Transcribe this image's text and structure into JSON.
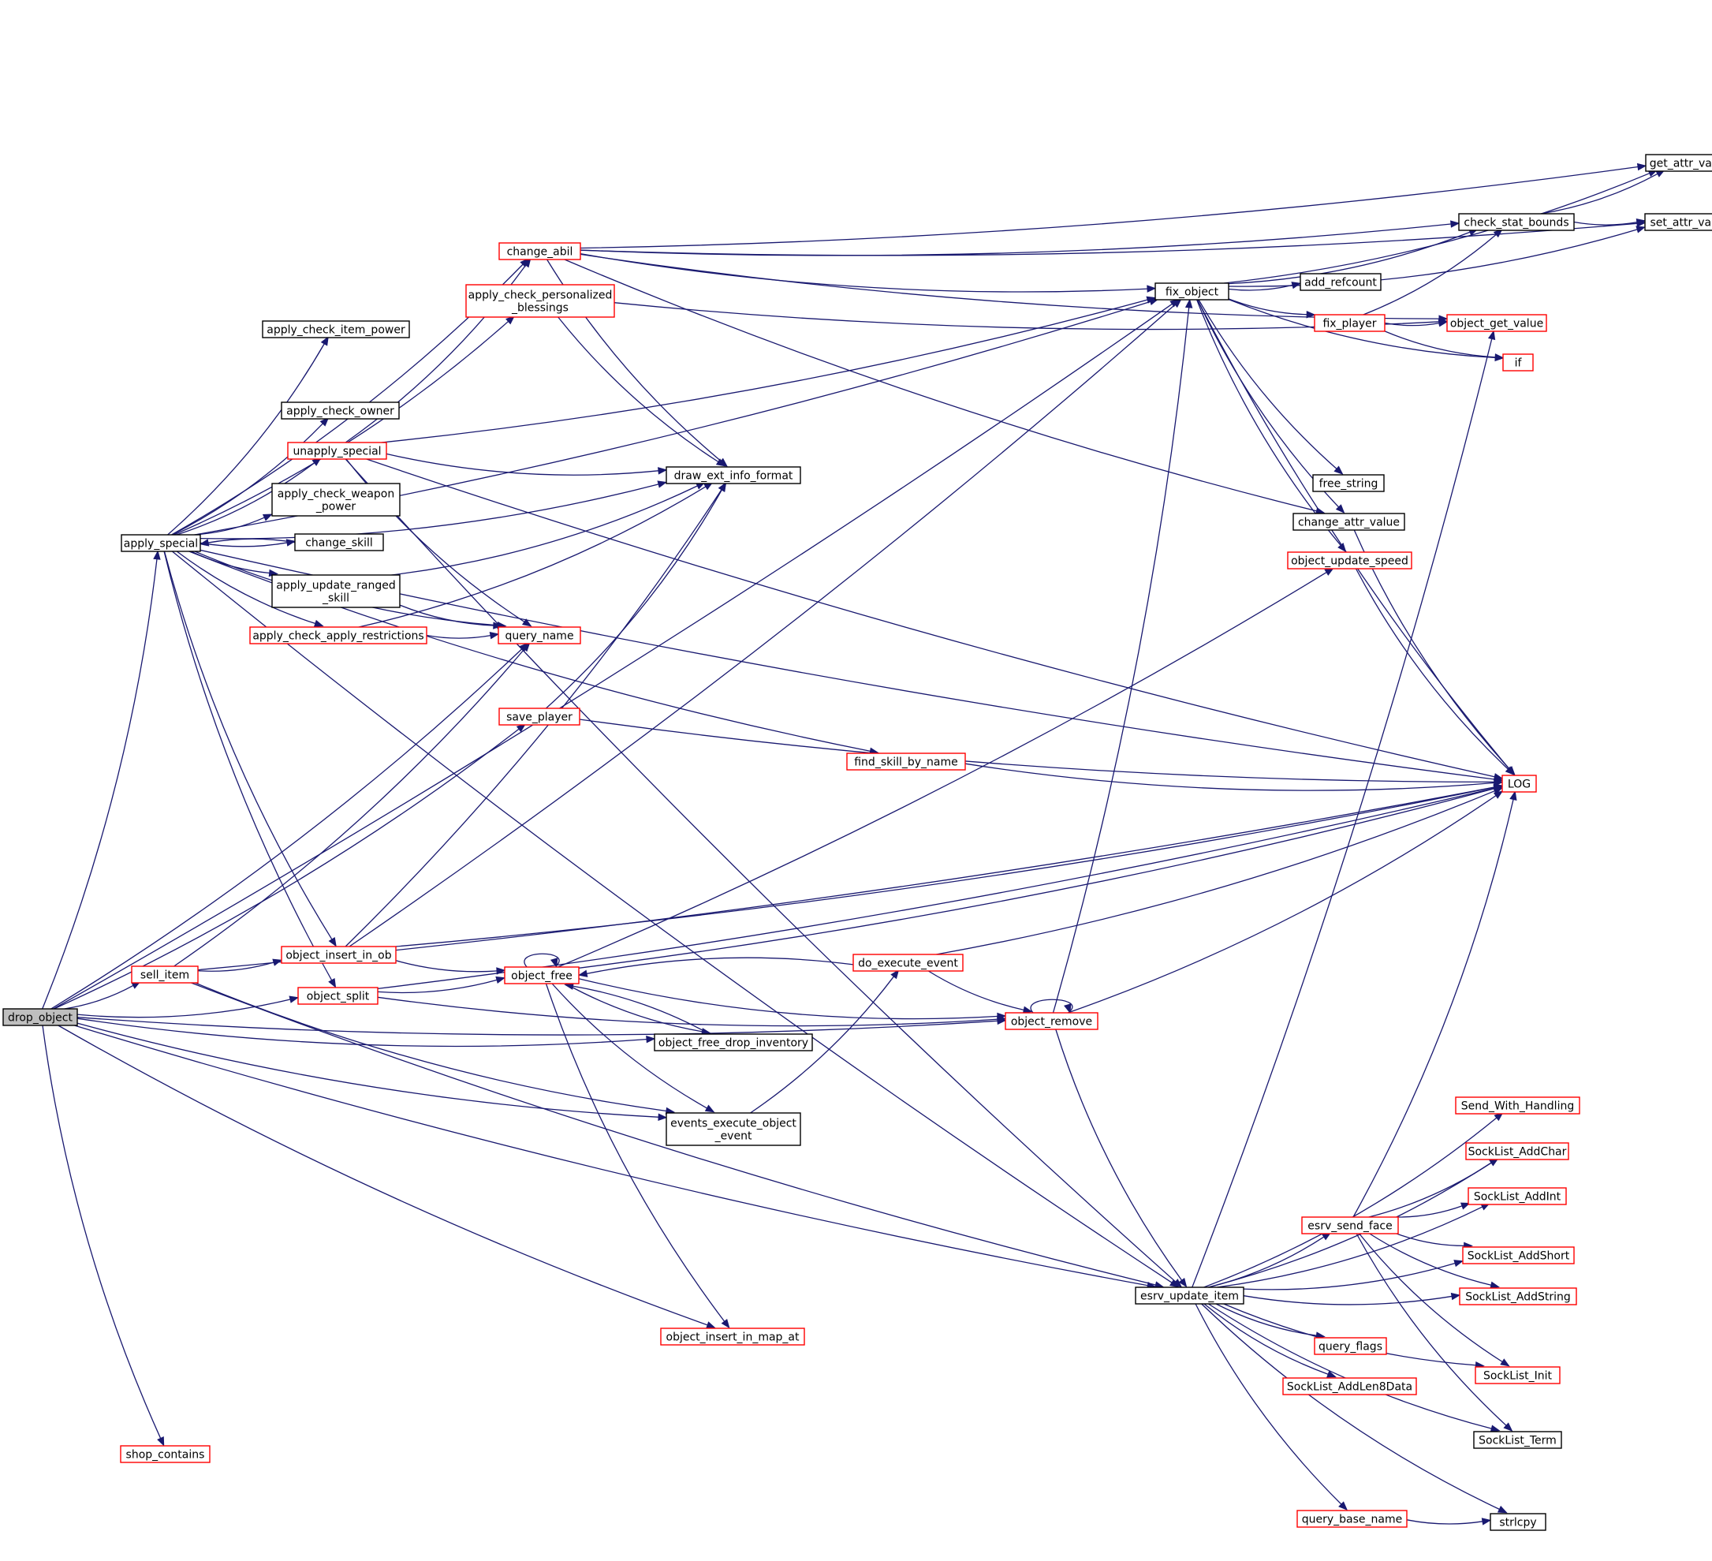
{
  "colors": {
    "edge": "#191970",
    "border_normal": "#000000",
    "border_truncated": "#ff0000",
    "fill_root": "#bfbfbf",
    "fill_default": "#ffffff"
  },
  "nodes": {
    "drop_object": {
      "lines": [
        "drop_object"
      ],
      "style": "root"
    },
    "apply_special": {
      "lines": [
        "apply_special"
      ],
      "style": "normal"
    },
    "sell_item": {
      "lines": [
        "sell_item"
      ],
      "style": "truncated"
    },
    "shop_contains": {
      "lines": [
        "shop_contains"
      ],
      "style": "truncated"
    },
    "apply_check_item_power": {
      "lines": [
        "apply_check_item_power"
      ],
      "style": "normal"
    },
    "apply_check_owner": {
      "lines": [
        "apply_check_owner"
      ],
      "style": "normal"
    },
    "unapply_special": {
      "lines": [
        "unapply_special"
      ],
      "style": "truncated"
    },
    "apply_check_weapon_power": {
      "lines": [
        "apply_check_weapon",
        "_power"
      ],
      "style": "normal"
    },
    "change_skill": {
      "lines": [
        "change_skill"
      ],
      "style": "normal"
    },
    "apply_update_ranged_skill": {
      "lines": [
        "apply_update_ranged",
        "_skill"
      ],
      "style": "normal"
    },
    "apply_check_apply_restrictions": {
      "lines": [
        "apply_check_apply_restrictions"
      ],
      "style": "truncated"
    },
    "object_insert_in_ob": {
      "lines": [
        "object_insert_in_ob"
      ],
      "style": "truncated"
    },
    "object_split": {
      "lines": [
        "object_split"
      ],
      "style": "truncated"
    },
    "change_abil": {
      "lines": [
        "change_abil"
      ],
      "style": "truncated"
    },
    "apply_check_personalized_blessings": {
      "lines": [
        "apply_check_personalized",
        "_blessings"
      ],
      "style": "truncated"
    },
    "query_name": {
      "lines": [
        "query_name"
      ],
      "style": "truncated"
    },
    "save_player": {
      "lines": [
        "save_player"
      ],
      "style": "truncated"
    },
    "draw_ext_info_format": {
      "lines": [
        "draw_ext_info_format"
      ],
      "style": "normal"
    },
    "object_free": {
      "lines": [
        "object_free"
      ],
      "style": "truncated"
    },
    "object_free_drop_inventory": {
      "lines": [
        "object_free_drop_inventory"
      ],
      "style": "normal"
    },
    "events_execute_object_event": {
      "lines": [
        "events_execute_object",
        "_event"
      ],
      "style": "normal"
    },
    "object_insert_in_map_at": {
      "lines": [
        "object_insert_in_map_at"
      ],
      "style": "truncated"
    },
    "find_skill_by_name": {
      "lines": [
        "find_skill_by_name"
      ],
      "style": "truncated"
    },
    "do_execute_event": {
      "lines": [
        "do_execute_event"
      ],
      "style": "truncated"
    },
    "object_remove": {
      "lines": [
        "object_remove"
      ],
      "style": "truncated"
    },
    "fix_object": {
      "lines": [
        "fix_object"
      ],
      "style": "normal"
    },
    "esrv_update_item": {
      "lines": [
        "esrv_update_item"
      ],
      "style": "normal"
    },
    "add_refcount": {
      "lines": [
        "add_refcount"
      ],
      "style": "normal"
    },
    "fix_player": {
      "lines": [
        "fix_player"
      ],
      "style": "truncated"
    },
    "free_string": {
      "lines": [
        "free_string"
      ],
      "style": "normal"
    },
    "change_attr_value": {
      "lines": [
        "change_attr_value"
      ],
      "style": "normal"
    },
    "object_update_speed": {
      "lines": [
        "object_update_speed"
      ],
      "style": "truncated"
    },
    "check_stat_bounds": {
      "lines": [
        "check_stat_bounds"
      ],
      "style": "normal"
    },
    "esrv_send_face": {
      "lines": [
        "esrv_send_face"
      ],
      "style": "truncated"
    },
    "query_flags": {
      "lines": [
        "query_flags"
      ],
      "style": "truncated"
    },
    "SockList_AddLen8Data": {
      "lines": [
        "SockList_AddLen8Data"
      ],
      "style": "truncated"
    },
    "query_base_name": {
      "lines": [
        "query_base_name"
      ],
      "style": "truncated"
    },
    "get_attr_value": {
      "lines": [
        "get_attr_value"
      ],
      "style": "normal"
    },
    "set_attr_value": {
      "lines": [
        "set_attr_value"
      ],
      "style": "normal"
    },
    "object_get_value": {
      "lines": [
        "object_get_value"
      ],
      "style": "truncated"
    },
    "if": {
      "lines": [
        "if"
      ],
      "style": "truncated"
    },
    "LOG": {
      "lines": [
        "LOG"
      ],
      "style": "truncated"
    },
    "Send_With_Handling": {
      "lines": [
        "Send_With_Handling"
      ],
      "style": "truncated"
    },
    "SockList_AddChar": {
      "lines": [
        "SockList_AddChar"
      ],
      "style": "truncated"
    },
    "SockList_AddInt": {
      "lines": [
        "SockList_AddInt"
      ],
      "style": "truncated"
    },
    "SockList_AddShort": {
      "lines": [
        "SockList_AddShort"
      ],
      "style": "truncated"
    },
    "SockList_AddString": {
      "lines": [
        "SockList_AddString"
      ],
      "style": "truncated"
    },
    "SockList_Init": {
      "lines": [
        "SockList_Init"
      ],
      "style": "truncated"
    },
    "SockList_Term": {
      "lines": [
        "SockList_Term"
      ],
      "style": "normal"
    },
    "strlcpy": {
      "lines": [
        "strlcpy"
      ],
      "style": "normal"
    }
  },
  "edges": [
    [
      "drop_object",
      "apply_special"
    ],
    [
      "drop_object",
      "sell_item"
    ],
    [
      "drop_object",
      "shop_contains"
    ],
    [
      "drop_object",
      "query_name"
    ],
    [
      "drop_object",
      "save_player"
    ],
    [
      "drop_object",
      "object_split"
    ],
    [
      "drop_object",
      "object_free_drop_inventory"
    ],
    [
      "drop_object",
      "events_execute_object_event"
    ],
    [
      "drop_object",
      "object_insert_in_map_at"
    ],
    [
      "drop_object",
      "object_remove"
    ],
    [
      "drop_object",
      "esrv_update_item"
    ],
    [
      "drop_object",
      "fix_object"
    ],
    [
      "apply_special",
      "apply_check_item_power"
    ],
    [
      "apply_special",
      "apply_check_owner"
    ],
    [
      "apply_special",
      "unapply_special"
    ],
    [
      "apply_special",
      "apply_check_weapon_power"
    ],
    [
      "apply_special",
      "change_skill"
    ],
    [
      "apply_special",
      "apply_update_ranged_skill"
    ],
    [
      "apply_special",
      "apply_check_apply_restrictions"
    ],
    [
      "apply_special",
      "object_insert_in_ob"
    ],
    [
      "apply_special",
      "object_split"
    ],
    [
      "apply_special",
      "change_abil"
    ],
    [
      "apply_special",
      "apply_check_personalized_blessings"
    ],
    [
      "apply_special",
      "query_name"
    ],
    [
      "apply_special",
      "draw_ext_info_format"
    ],
    [
      "apply_special",
      "fix_object"
    ],
    [
      "apply_special",
      "find_skill_by_name"
    ],
    [
      "apply_special",
      "LOG"
    ],
    [
      "apply_special",
      "esrv_update_item"
    ],
    [
      "change_skill",
      "apply_special"
    ],
    [
      "sell_item",
      "query_name"
    ],
    [
      "sell_item",
      "object_insert_in_ob"
    ],
    [
      "sell_item",
      "LOG"
    ],
    [
      "sell_item",
      "events_execute_object_event"
    ],
    [
      "sell_item",
      "esrv_update_item"
    ],
    [
      "unapply_special",
      "change_abil"
    ],
    [
      "unapply_special",
      "draw_ext_info_format"
    ],
    [
      "unapply_special",
      "query_name"
    ],
    [
      "unapply_special",
      "fix_object"
    ],
    [
      "unapply_special",
      "LOG"
    ],
    [
      "unapply_special",
      "esrv_update_item"
    ],
    [
      "apply_update_ranged_skill",
      "draw_ext_info_format"
    ],
    [
      "apply_update_ranged_skill",
      "query_name"
    ],
    [
      "apply_check_apply_restrictions",
      "query_name"
    ],
    [
      "apply_check_apply_restrictions",
      "draw_ext_info_format"
    ],
    [
      "object_insert_in_ob",
      "object_free"
    ],
    [
      "object_insert_in_ob",
      "fix_object"
    ],
    [
      "object_insert_in_ob",
      "draw_ext_info_format"
    ],
    [
      "object_insert_in_ob",
      "LOG"
    ],
    [
      "object_split",
      "object_free"
    ],
    [
      "object_split",
      "object_remove"
    ],
    [
      "object_split",
      "LOG"
    ],
    [
      "change_abil",
      "draw_ext_info_format"
    ],
    [
      "change_abil",
      "fix_object"
    ],
    [
      "change_abil",
      "get_attr_value"
    ],
    [
      "change_abil",
      "set_attr_value"
    ],
    [
      "change_abil",
      "check_stat_bounds"
    ],
    [
      "change_abil",
      "change_attr_value"
    ],
    [
      "change_abil",
      "object_get_value"
    ],
    [
      "apply_check_personalized_blessings",
      "draw_ext_info_format"
    ],
    [
      "apply_check_personalized_blessings",
      "object_get_value"
    ],
    [
      "save_player",
      "draw_ext_info_format"
    ],
    [
      "save_player",
      "LOG"
    ],
    [
      "object_free",
      "object_free"
    ],
    [
      "object_free",
      "object_free_drop_inventory"
    ],
    [
      "object_free",
      "events_execute_object_event"
    ],
    [
      "object_free",
      "object_remove"
    ],
    [
      "object_free",
      "object_insert_in_map_at"
    ],
    [
      "object_free",
      "object_update_speed"
    ],
    [
      "object_free",
      "LOG"
    ],
    [
      "object_free_drop_inventory",
      "object_free"
    ],
    [
      "events_execute_object_event",
      "do_execute_event"
    ],
    [
      "do_execute_event",
      "object_free"
    ],
    [
      "do_execute_event",
      "object_remove"
    ],
    [
      "do_execute_event",
      "LOG"
    ],
    [
      "object_remove",
      "object_remove"
    ],
    [
      "object_remove",
      "fix_object"
    ],
    [
      "object_remove",
      "esrv_update_item"
    ],
    [
      "object_remove",
      "LOG"
    ],
    [
      "find_skill_by_name",
      "LOG"
    ],
    [
      "fix_object",
      "add_refcount"
    ],
    [
      "fix_object",
      "fix_player"
    ],
    [
      "fix_object",
      "check_stat_bounds"
    ],
    [
      "fix_object",
      "get_attr_value"
    ],
    [
      "fix_object",
      "set_attr_value"
    ],
    [
      "fix_object",
      "free_string"
    ],
    [
      "fix_object",
      "change_attr_value"
    ],
    [
      "fix_object",
      "object_update_speed"
    ],
    [
      "fix_object",
      "if"
    ],
    [
      "fix_object",
      "LOG"
    ],
    [
      "fix_player",
      "check_stat_bounds"
    ],
    [
      "fix_player",
      "object_get_value"
    ],
    [
      "fix_player",
      "if"
    ],
    [
      "check_stat_bounds",
      "get_attr_value"
    ],
    [
      "check_stat_bounds",
      "set_attr_value"
    ],
    [
      "change_attr_value",
      "LOG"
    ],
    [
      "object_update_speed",
      "LOG"
    ],
    [
      "esrv_update_item",
      "esrv_send_face"
    ],
    [
      "esrv_update_item",
      "query_flags"
    ],
    [
      "esrv_update_item",
      "SockList_AddLen8Data"
    ],
    [
      "esrv_update_item",
      "query_base_name"
    ],
    [
      "esrv_update_item",
      "Send_With_Handling"
    ],
    [
      "esrv_update_item",
      "SockList_AddChar"
    ],
    [
      "esrv_update_item",
      "SockList_AddInt"
    ],
    [
      "esrv_update_item",
      "SockList_AddShort"
    ],
    [
      "esrv_update_item",
      "SockList_AddString"
    ],
    [
      "esrv_update_item",
      "SockList_Init"
    ],
    [
      "esrv_update_item",
      "SockList_Term"
    ],
    [
      "esrv_update_item",
      "strlcpy"
    ],
    [
      "esrv_update_item",
      "object_get_value"
    ],
    [
      "esrv_send_face",
      "SockList_AddChar"
    ],
    [
      "esrv_send_face",
      "SockList_AddInt"
    ],
    [
      "esrv_send_face",
      "SockList_AddShort"
    ],
    [
      "esrv_send_face",
      "SockList_AddString"
    ],
    [
      "esrv_send_face",
      "SockList_Init"
    ],
    [
      "esrv_send_face",
      "SockList_Term"
    ],
    [
      "esrv_send_face",
      "LOG"
    ],
    [
      "query_base_name",
      "strlcpy"
    ]
  ]
}
